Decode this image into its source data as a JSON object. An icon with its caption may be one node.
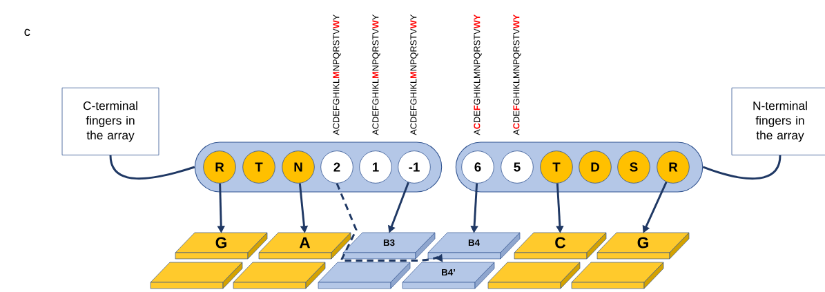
{
  "diagram": {
    "nodes": [
      {
        "text": [
          "C-terminal fingers in the array"
        ]
      },
      {
        "text": [],
        "shape": "box"
      },
      {
        "text": [
          "R"
        ],
        "in": 1
      },
      {
        "text": [
          "T"
        ],
        "in": 1
      },
      {
        "text": [
          "N"
        ],
        "in": 1
      },
      {
        "text": [
          "2"
        ],
        "in": 1
      },
      {
        "text": [
          "1"
        ],
        "in": 1
      },
      {
        "text": [
          "-1"
        ],
        "in": 1
      },
      {
        "text": [],
        "shape": "box"
      },
      {
        "text": [
          "6"
        ],
        "in": 8
      },
      {
        "text": [
          "5"
        ],
        "in": 8
      },
      {
        "text": [
          "T"
        ],
        "in": 8
      },
      {
        "text": [
          "D"
        ],
        "in": 8
      },
      {
        "text": [
          "S"
        ],
        "in": 8
      },
      {
        "text": [
          "R"
        ],
        "in": 8
      },
      {
        "text": [
          "N-terminal fingers in the array"
        ]
      },
      {
        "text": [
          "G"
        ]
      },
      {
        "text": [
          "A"
        ]
      },
      {
        "text": [
          "B3"
        ]
      },
      {
        "text": [
          "B4"
        ]
      },
      {
        "text": [
          "C"
        ]
      },
      {
        "text": [
          "G"
        ]
      },
      {
        "text": [],
        "shape": "box"
      },
      {
        "text": [],
        "shape": "box"
      },
      {
        "text": [],
        "shape": "box"
      },
      {
        "text": [
          "B4’"
        ]
      },
      {
        "text": [],
        "shape": "box"
      },
      {
        "text": [],
        "shape": "box"
      }
    ],
    "edges": [
      {
        "from": 0,
        "to": 1,
        "arrow": "none"
      },
      {
        "from": 15,
        "to": 8,
        "arrow": "none"
      },
      {
        "from": 2,
        "to": 16,
        "arrow": "to"
      },
      {
        "from": 4,
        "to": 17,
        "arrow": "to"
      },
      {
        "from": 7,
        "to": 18,
        "arrow": "to"
      },
      {
        "from": 9,
        "to": 19,
        "arrow": "to"
      },
      {
        "from": 11,
        "to": 20,
        "arrow": "to"
      },
      {
        "from": 14,
        "to": 21,
        "arrow": "to"
      },
      {
        "from": 5,
        "to": 25,
        "arrow": "to",
        "style": "dashed"
      }
    ],
    "labels": [
      "c",
      "ACDEFGHIKL**M**NPQRSTV**W**Y",
      "ACDEFGHIKL**M**NPQRSTV**W**Y",
      "ACDEFGHIKL**M**NPQRSTV**W**Y",
      "A**C**DE**F**GHIKLMNPQRSTV**WY**",
      "A**C**DE**F**GHIKLMNPQRSTV**WY**"
    ]
  }
}
